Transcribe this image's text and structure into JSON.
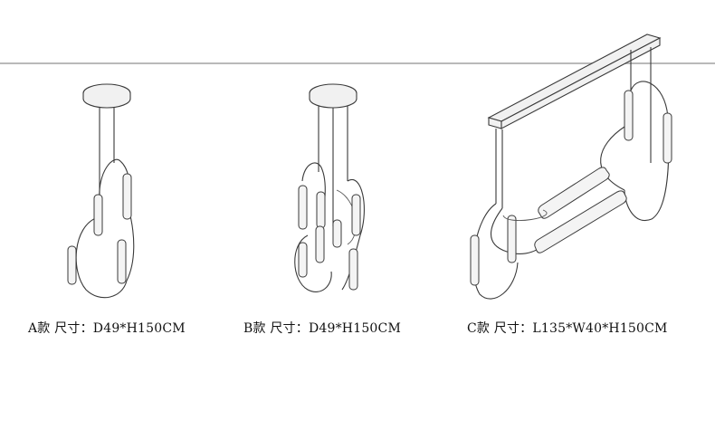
{
  "products": [
    {
      "name": "A款",
      "size_label": "尺寸：",
      "size_value": "D49*H150CM"
    },
    {
      "name": "B款",
      "size_label": "尺寸：",
      "size_value": "D49*H150CM"
    },
    {
      "name": "C款",
      "size_label": "尺寸：",
      "size_value": "L135*W40*H150CM"
    }
  ]
}
